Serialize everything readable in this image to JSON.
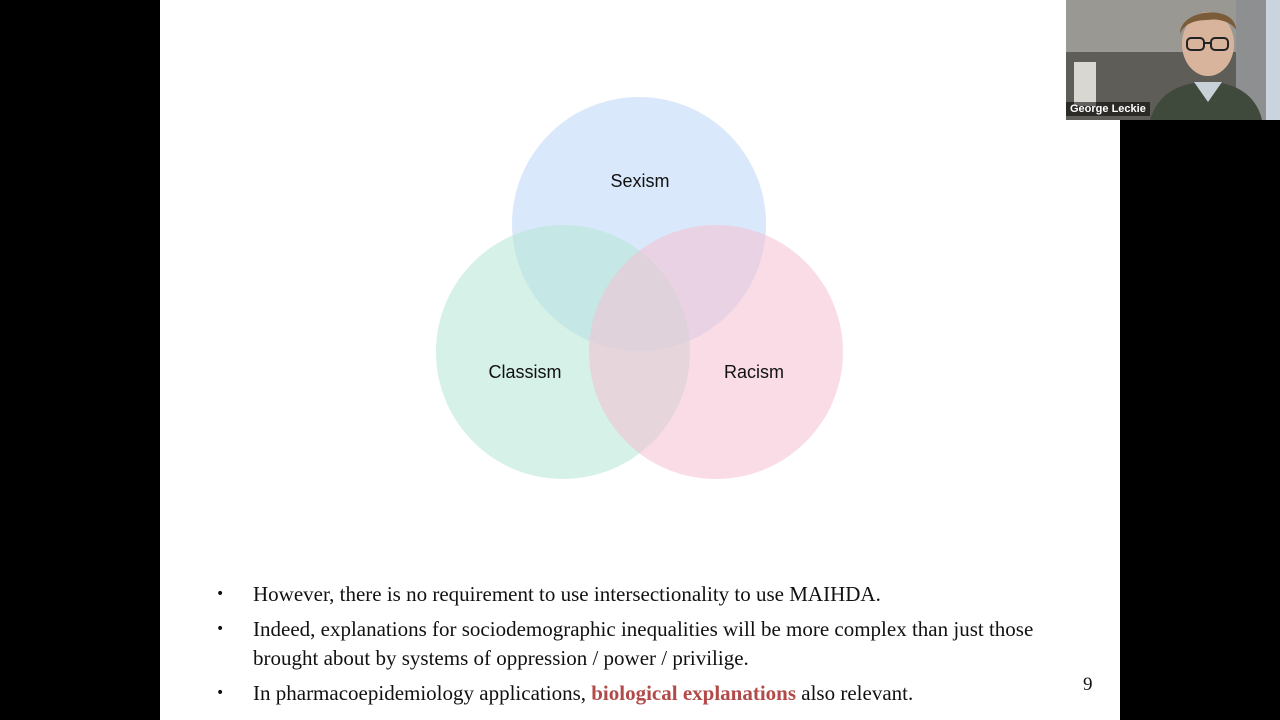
{
  "slide": {
    "venn": {
      "circles": [
        {
          "label": "Sexism",
          "color": "#b9d6f5"
        },
        {
          "label": "Classism",
          "color": "#b4e6d3"
        },
        {
          "label": "Racism",
          "color": "#f4c0d1"
        }
      ]
    },
    "bullets": [
      {
        "text": "However, there is no requirement to use intersectionality to use MAIHDA."
      },
      {
        "text": "Indeed, explanations for sociodemographic inequalities will be more complex than just those brought about by systems of oppression / power / privilige."
      },
      {
        "before": "In pharmacoepidemiology applications, ",
        "highlight": "biological explanations",
        "after": " also relevant."
      }
    ],
    "bullet_symbol": "•",
    "highlight_color": "#b24a4a",
    "page_number": "9"
  },
  "video": {
    "participant_name": "George Leckie"
  }
}
